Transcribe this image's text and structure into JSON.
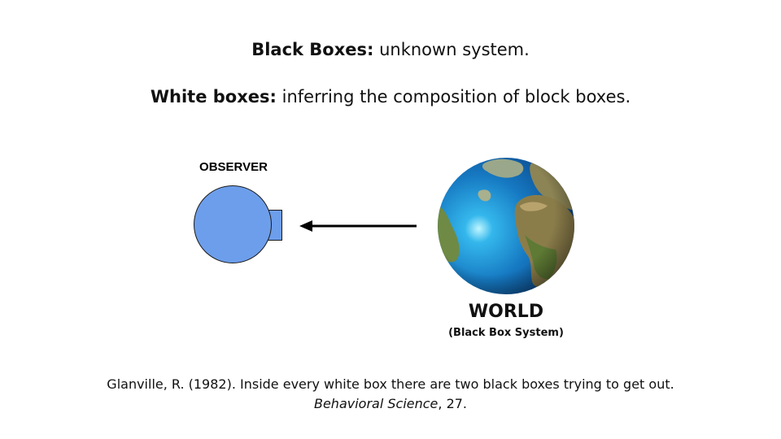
{
  "heading": {
    "black_boxes_term": "Black Boxes:",
    "black_boxes_text": " unknown system.",
    "white_boxes_term": "White boxes:",
    "white_boxes_text": " inferring the composition of block boxes."
  },
  "diagram": {
    "observer_label": "OBSERVER",
    "world_label": "WORLD",
    "world_sublabel": "(Black Box System)",
    "arrow_direction": "world-to-observer",
    "colors": {
      "observer_fill": "#6d9eeb",
      "outline": "#1a1a1a",
      "arrow": "#000000"
    }
  },
  "citation": {
    "text_before": "Glanville, R. (1982). Inside every white box there are two black boxes trying to get out. ",
    "journal": "Behavioral Science",
    "text_after": ", 27."
  }
}
